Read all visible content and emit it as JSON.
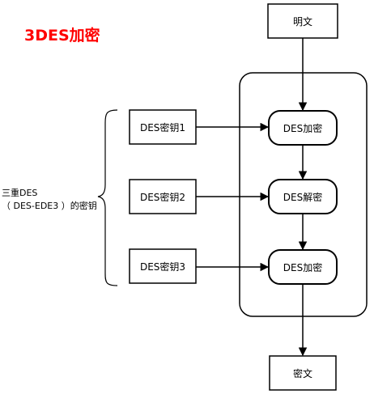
{
  "title": "3DES加密",
  "colors": {
    "title": "#ff0000",
    "stroke": "#000000",
    "background": "#ffffff"
  },
  "plaintext": "明文",
  "ciphertext": "密文",
  "keys": [
    "DES密钥1",
    "DES密钥2",
    "DES密钥3"
  ],
  "stages": [
    "DES加密",
    "DES解密",
    "DES加密"
  ],
  "key_group_label": {
    "line1": "三重DES",
    "line2": "（ DES-EDE3 ）的密钥"
  }
}
